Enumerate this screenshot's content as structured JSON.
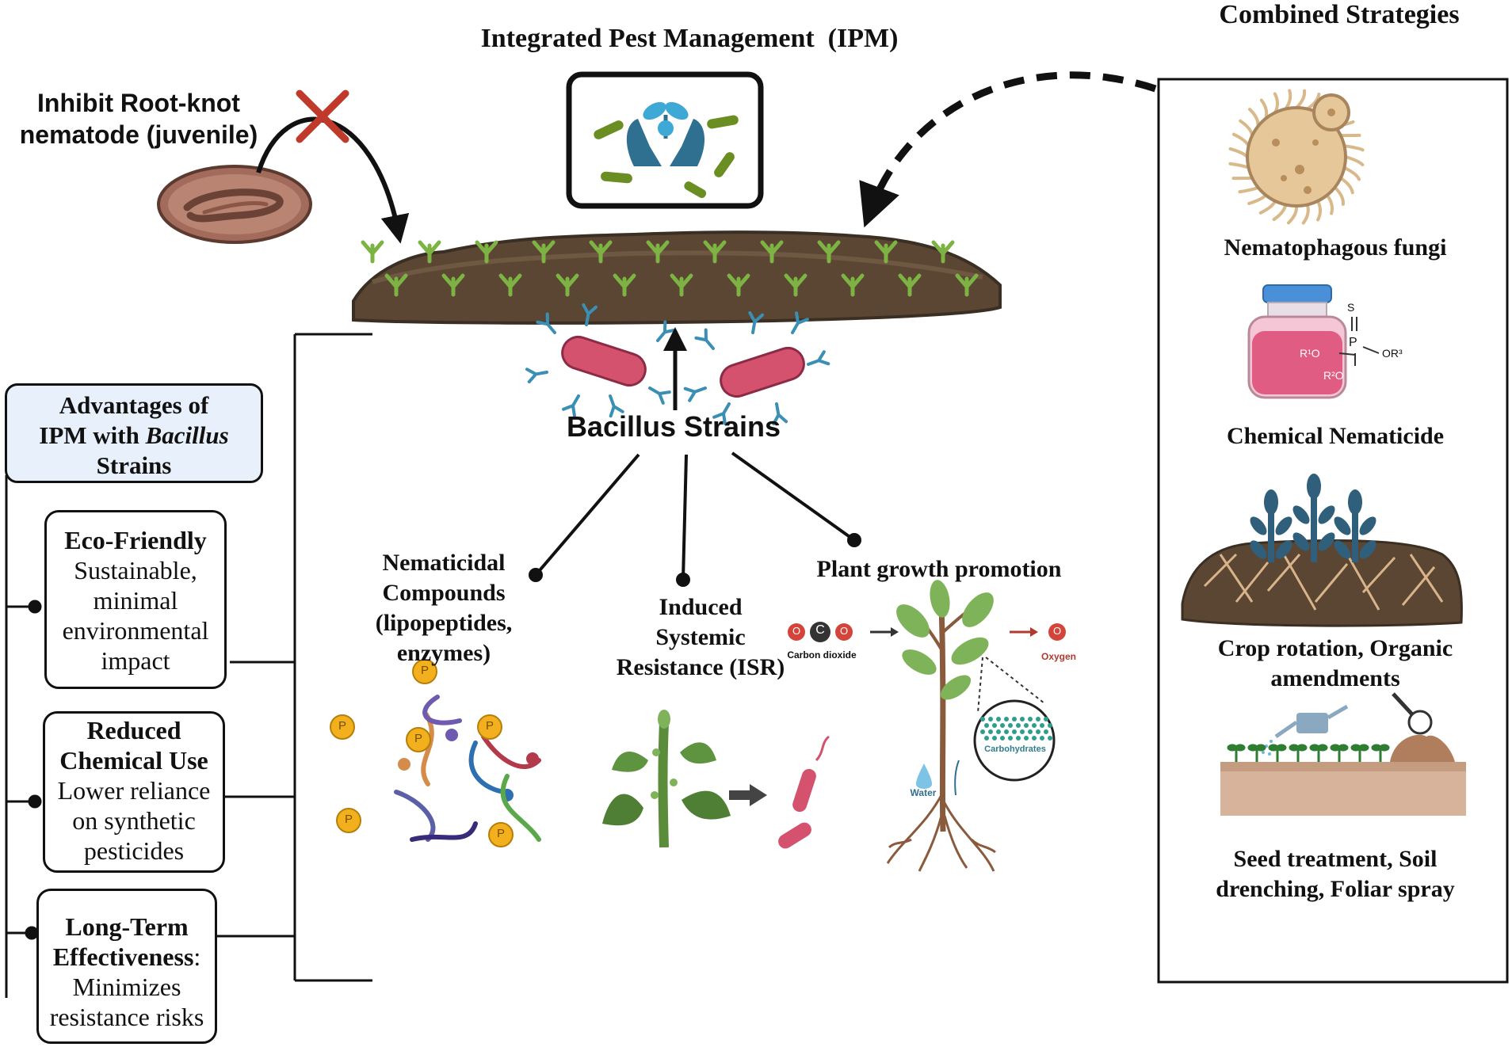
{
  "ipm": {
    "title": "Integrated Pest Management  (IPM)"
  },
  "nematode": {
    "line1": "Inhibit Root-knot",
    "line2": "nematode (juvenile)"
  },
  "bacillus": {
    "label": "Bacillus Strains"
  },
  "advantages": {
    "header": {
      "line1": "Advantages of",
      "line2_prefix": "IPM with ",
      "line2_italic": "Bacillus",
      "line3": "Strains"
    },
    "items": [
      {
        "title": "Eco-Friendly",
        "lines": [
          "Sustainable,",
          "minimal",
          "environmental",
          "impact"
        ]
      },
      {
        "title_lines": [
          "Reduced",
          "Chemical Use"
        ],
        "lines": [
          "Lower reliance",
          "on synthetic",
          "pesticides"
        ]
      },
      {
        "title_lines": [
          "Long-Term",
          "Effectiveness"
        ],
        "title_suffix": ":",
        "lines": [
          "Minimizes",
          "resistance risks"
        ]
      }
    ]
  },
  "mechanisms": {
    "nematicidal": {
      "lines": [
        "Nematicidal",
        "Compounds",
        "(lipopeptides,",
        "enzymes)"
      ],
      "badge": "P"
    },
    "isr": {
      "lines": [
        "Induced",
        "Systemic",
        "Resistance (ISR)"
      ]
    },
    "growth": {
      "title": "Plant growth promotion",
      "co2_label": "Carbon dioxide",
      "o2_label": "Oxygen",
      "carb_label": "Carbohydrates",
      "water_label": "Water",
      "atom_c": "C",
      "atom_o": "O"
    }
  },
  "combined": {
    "title": "Combined Strategies",
    "fungi": "Nematophagous fungi",
    "chemical": "Chemical Nematicide",
    "chem_formula": {
      "s": "S",
      "p": "P",
      "r1o": "R¹O",
      "or3": "OR³",
      "r2o": "R²O"
    },
    "crop_line1": "Crop rotation, Organic",
    "crop_line2": "amendments",
    "seed_line1": "Seed treatment, Soil",
    "seed_line2": "drenching, Foliar spray"
  },
  "colors": {
    "line": "#111111",
    "soil": "#5a4632",
    "sprout": "#7cb342",
    "bacteria": "#d4526e",
    "antibody": "#3b8fb5",
    "badge": "#f2b01e",
    "header_bg": "#e8f1fb",
    "cross": "#c0392b",
    "fungus": "#d9b88a",
    "jar_liquid": "#e05c82",
    "plant_dark": "#2f5f7a"
  }
}
